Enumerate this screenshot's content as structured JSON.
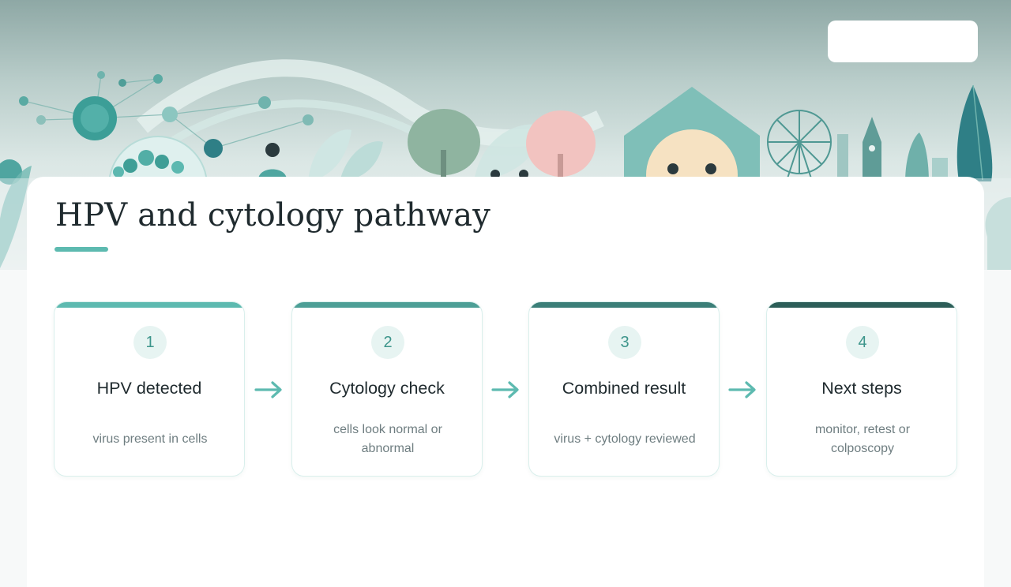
{
  "title": "HPV and cytology pathway",
  "colors": {
    "accent": "#5dbab0",
    "step_bars": [
      "#5dbab0",
      "#4d9f96",
      "#3b7f78",
      "#2c5e58"
    ],
    "arrow": "#5dbab0"
  },
  "steps": [
    {
      "number": "1",
      "title": "HPV detected",
      "description": "virus present in cells"
    },
    {
      "number": "2",
      "title": "Cytology check",
      "description": "cells look normal or abnormal"
    },
    {
      "number": "3",
      "title": "Combined result",
      "description": "virus + cytology reviewed"
    },
    {
      "number": "4",
      "title": "Next steps",
      "description": "monitor, retest or colposcopy"
    }
  ],
  "icons": {
    "arrow": "arrow-right-icon"
  }
}
